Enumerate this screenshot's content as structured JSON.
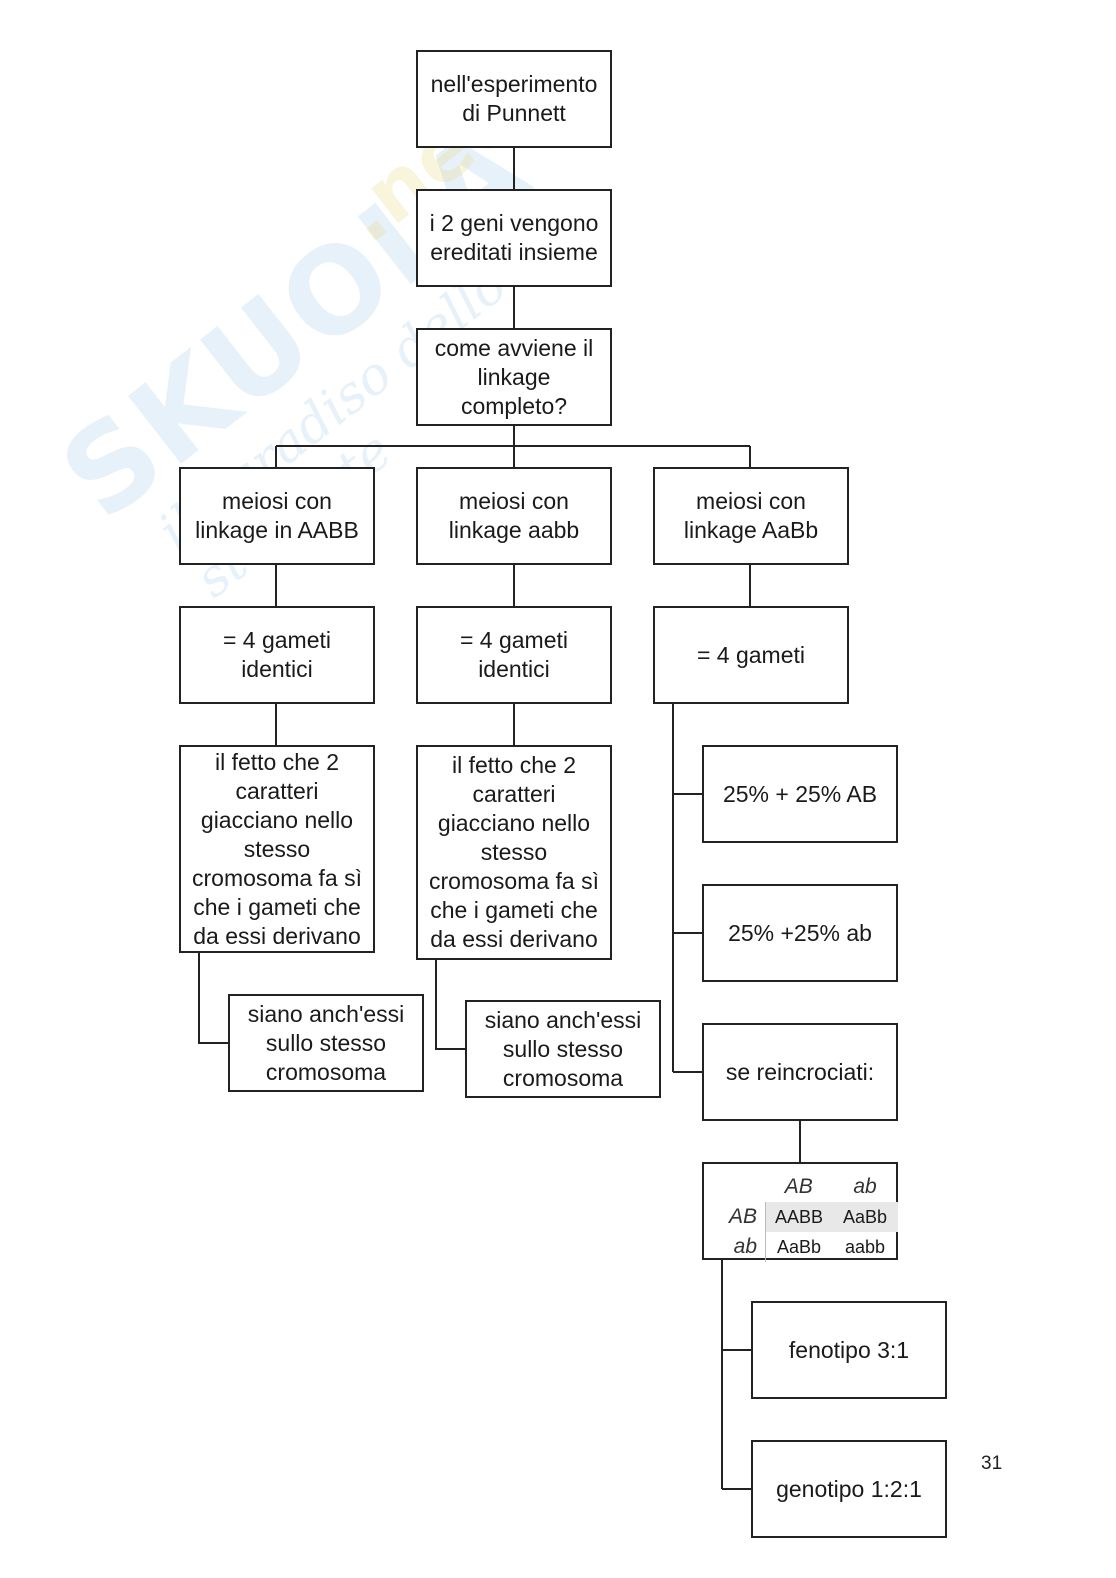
{
  "watermark": {
    "main": "SKUOLA",
    "net": ".net",
    "subtitle": "il paradiso dello studente"
  },
  "nodes": {
    "punnett": "nell'esperimento di Punnett",
    "geni": "i 2 geni vengono ereditati insieme",
    "linkage": "come avviene il linkage completo?",
    "meiosi_aabb_upper": "meiosi con linkage in AABB",
    "meiosi_aabb_lower": "meiosi con linkage aabb",
    "meiosi_aabb_het": "meiosi con linkage AaBb",
    "gameti_identici_1": "= 4 gameti identici",
    "gameti_identici_2": "= 4 gameti identici",
    "gameti_4": "= 4 gameti",
    "fatto_1": "il fetto che 2 caratteri giacciano nello stesso cromosoma fa sì che i gameti che da essi derivano",
    "fatto_2": "il fetto che 2 caratteri giacciano nello stesso cromosoma fa sì che i gameti che da essi derivano",
    "siano_1": "siano anch'essi sullo stesso cromosoma",
    "siano_2": "siano anch'essi sullo stesso cromosoma",
    "pct_AB": "25% + 25% AB",
    "pct_ab": "25% +25% ab",
    "reincrociati": "se reincrociati:",
    "fenotipo": "fenotipo 3:1",
    "genotipo": "genotipo 1:2:1"
  },
  "punnett_table": {
    "col_headers": [
      "AB",
      "ab"
    ],
    "rows": [
      {
        "header": "AB",
        "cells": [
          "AABB",
          "AaBb"
        ]
      },
      {
        "header": "ab",
        "cells": [
          "AaBb",
          "aabb"
        ]
      }
    ]
  },
  "page_number": "31"
}
